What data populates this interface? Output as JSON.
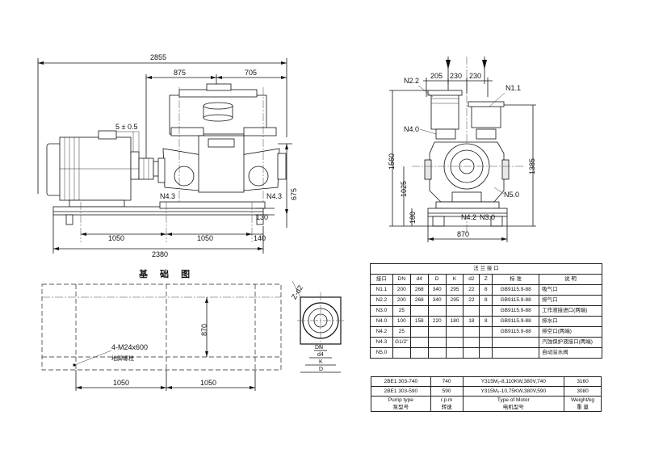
{
  "front_view": {
    "dims": {
      "overall": "2855",
      "left_upper": "875",
      "right_upper": "705",
      "gap": "5 ± 0.5",
      "height": "675",
      "base_h": "130",
      "bottom_left": "1050",
      "bottom_mid": "1050",
      "bottom_right": "140",
      "base_len": "2380"
    },
    "ports": {
      "left": "N4.3",
      "right": "N4.3"
    }
  },
  "side_view": {
    "dims": {
      "top_a": "205",
      "top_b": "230",
      "top_c": "230",
      "total_h": "1560",
      "center_h": "1025",
      "top_h": "1385",
      "foot_h": "180",
      "width": "870"
    },
    "ports": {
      "n22": "N2.2",
      "n11": "N1.1",
      "n40": "N4.0",
      "n50": "N5.0",
      "n42": "N4.2",
      "n30": "N3.0"
    }
  },
  "foundation": {
    "title": "基 础 图",
    "bolt_spec": "4-M24x600",
    "bolt_name": "地脚螺栓",
    "depth": "870",
    "left": "1050",
    "right": "1050"
  },
  "flange_detail": {
    "holes": "Z-d2",
    "dn": "DN",
    "d4": "d4",
    "k": "K",
    "d": "D"
  },
  "flange_table": {
    "title": "法 兰 接 口",
    "headers": [
      "接口",
      "DN",
      "d4",
      "D",
      "K",
      "d2",
      "Z",
      "标  准",
      "说   明"
    ],
    "rows": [
      [
        "N1.1",
        "200",
        "268",
        "340",
        "295",
        "22",
        "8",
        "GB9115.9-88",
        "吸气口"
      ],
      [
        "N2.2",
        "200",
        "268",
        "340",
        "295",
        "22",
        "8",
        "GB9115.9-88",
        "排气口"
      ],
      [
        "N3.0",
        "25",
        "",
        "",
        "",
        "",
        "",
        "GB9115.9-88",
        "工作液接进口(两端)"
      ],
      [
        "N4.0",
        "100",
        "158",
        "220",
        "180",
        "18",
        "8",
        "GB9115.9-88",
        "排水口"
      ],
      [
        "N4.2",
        "25",
        "",
        "",
        "",
        "",
        "",
        "GB9115.9-88",
        "排空口(两端)"
      ],
      [
        "N4.3",
        "G1/2\"",
        "",
        "",
        "",
        "",
        "",
        "",
        "汽蚀保护液接口(两端)"
      ],
      [
        "N5.0",
        "",
        "",
        "",
        "",
        "",
        "",
        "",
        "自动溢水阀"
      ]
    ]
  },
  "motor_table": {
    "rows": [
      [
        "2BE1 303-740",
        "740",
        "Y315M₂-8,110KW,380V,740",
        "3160"
      ],
      [
        "2BE1 303-590",
        "590",
        "Y315M₂-10,75KW,380V,590",
        "3080"
      ]
    ],
    "header": [
      {
        "en": "Pump type",
        "cn": "泵型号"
      },
      {
        "en": "r.p.m",
        "cn": "转速"
      },
      {
        "en": "Type of Motor",
        "cn": "电机型号"
      },
      {
        "en": "Weight/kg",
        "cn": "重 量"
      }
    ]
  }
}
